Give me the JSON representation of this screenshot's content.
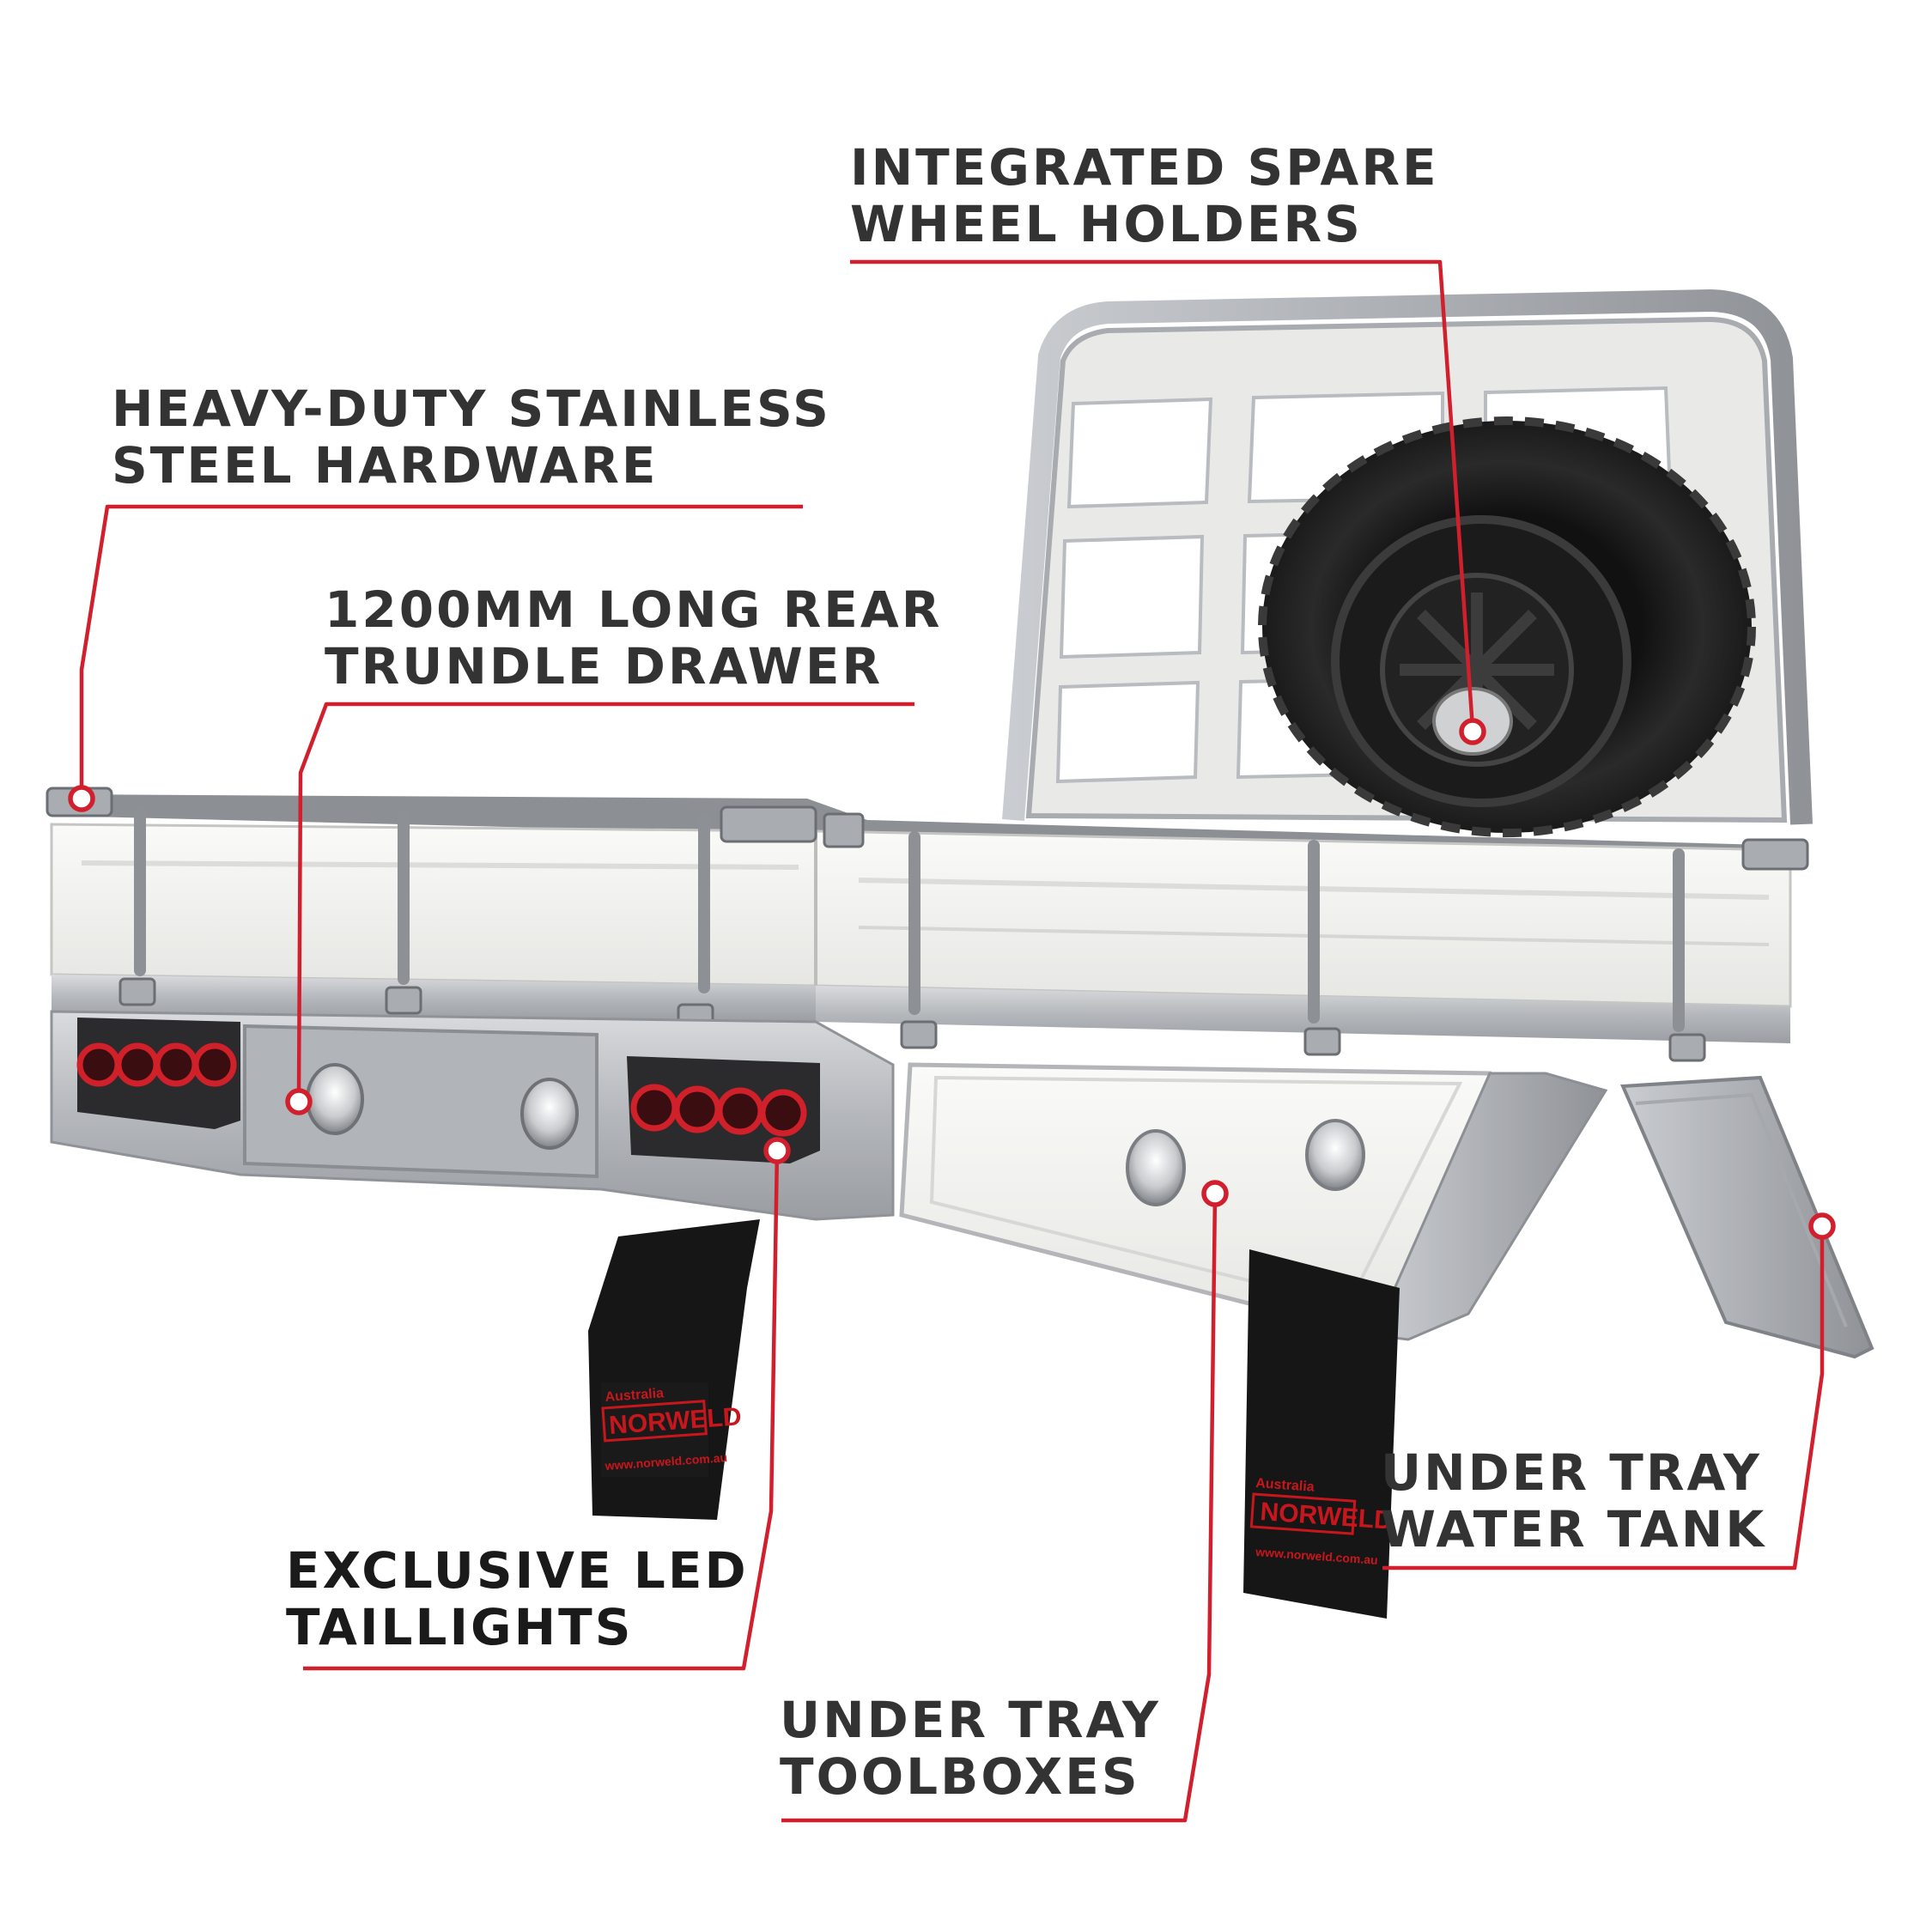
{
  "colors": {
    "leader": "#d21f2e",
    "label_text": "#333333",
    "tray_white": "#f2f2f0",
    "aluminium": "#b9bcc0",
    "tyre": "#1d1d1d",
    "mudflap": "#151515",
    "tail_light_ring": "#d0202a",
    "brand_red": "#c8161d"
  },
  "callouts": [
    {
      "id": "spare-wheel",
      "lines": [
        "INTEGRATED SPARE",
        "WHEEL HOLDERS"
      ]
    },
    {
      "id": "stainless-hardware",
      "lines": [
        "HEAVY-DUTY STAINLESS",
        "STEEL HARDWARE"
      ]
    },
    {
      "id": "trundle-drawer",
      "lines": [
        "1200MM LONG REAR",
        "TRUNDLE DRAWER"
      ]
    },
    {
      "id": "led-taillights",
      "lines": [
        "EXCLUSIVE LED",
        "TAILLIGHTS"
      ]
    },
    {
      "id": "toolboxes",
      "lines": [
        "UNDER TRAY",
        "TOOLBOXES"
      ]
    },
    {
      "id": "water-tank",
      "lines": [
        "UNDER TRAY",
        "WATER TANK"
      ]
    }
  ],
  "mudflap_branding": {
    "brand": "NORWELD",
    "region": "Australia",
    "url": "www.norweld.com.au"
  }
}
